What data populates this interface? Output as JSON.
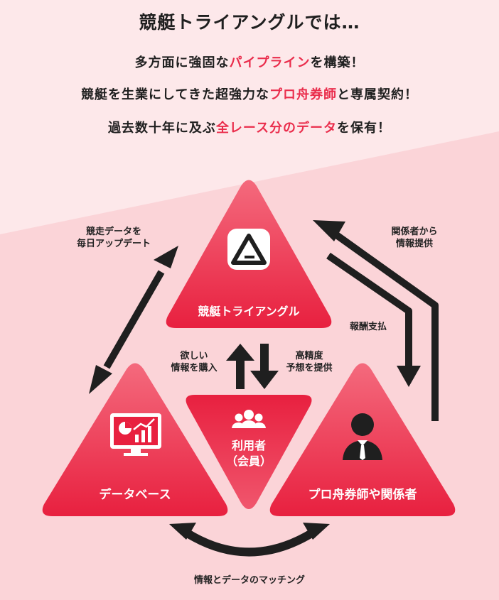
{
  "header": {
    "title": "競艇トライアングルでは…",
    "line1": {
      "pre": "多方面に強固な",
      "hl": "パイプライン",
      "post": "を構築！"
    },
    "line2": {
      "pre": "競艇を生業にしてきた超強力な",
      "hl": "プロ舟券師",
      "post": "と専属契約！"
    },
    "line3": {
      "pre": "過去数十年に及ぶ",
      "hl": "全レース分のデータ",
      "post": "を保有！"
    }
  },
  "nodes": {
    "top": {
      "label": "競艇トライアングル",
      "icon": "triangle-logo-icon"
    },
    "left": {
      "label": "データベース",
      "icon": "monitor-chart-icon"
    },
    "right": {
      "label": "プロ舟券師や関係者",
      "icon": "businessman-icon"
    },
    "center": {
      "label1": "利用者",
      "label2": "（会員）",
      "icon": "users-icon"
    }
  },
  "edges": {
    "db_update": {
      "l1": "競走データを",
      "l2": "毎日アップデート"
    },
    "info_provide": {
      "l1": "関係者から",
      "l2": "情報提供"
    },
    "reward": {
      "l1": "報酬支払"
    },
    "buy_info": {
      "l1": "欲しい",
      "l2": "情報を購入"
    },
    "prediction": {
      "l1": "高精度",
      "l2": "予想を提供"
    },
    "matching": {
      "l1": "情報とデータのマッチング"
    }
  },
  "colors": {
    "accent": "#ea2d4c",
    "bg_top": "#fde8ea",
    "bg_bottom": "#fbd4d8",
    "arrow": "#1f1f1f"
  }
}
